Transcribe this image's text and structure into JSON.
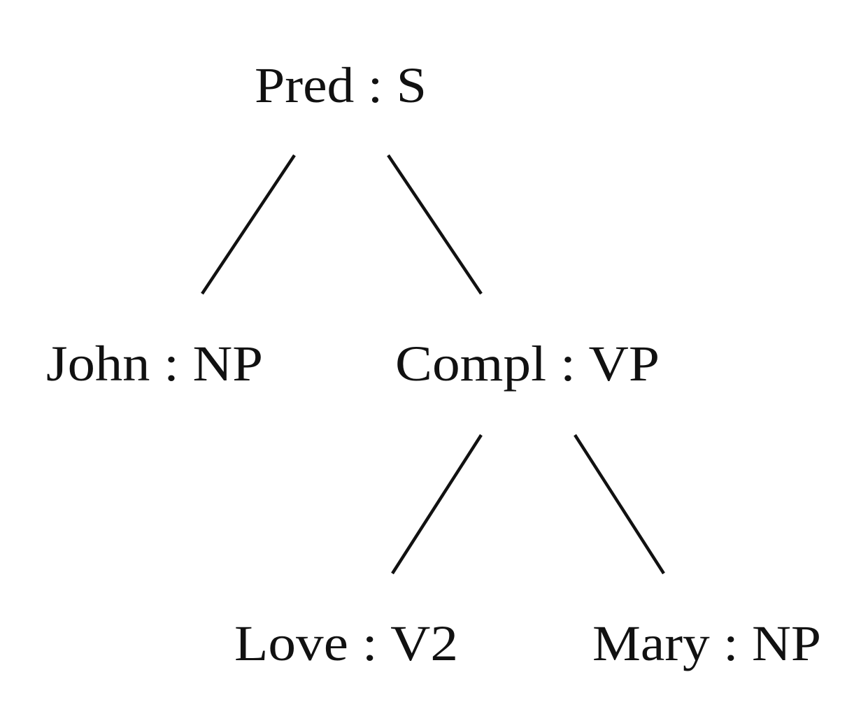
{
  "tree": {
    "nodes": [
      {
        "id": "pred",
        "label": "Pred : S"
      },
      {
        "id": "john",
        "label": "John : NP"
      },
      {
        "id": "compl",
        "label": "Compl : VP"
      },
      {
        "id": "love",
        "label": "Love : V2"
      },
      {
        "id": "mary",
        "label": "Mary : NP"
      }
    ],
    "edges": [
      {
        "from": "pred",
        "to": "john"
      },
      {
        "from": "pred",
        "to": "compl"
      },
      {
        "from": "compl",
        "to": "love"
      },
      {
        "from": "compl",
        "to": "mary"
      }
    ]
  },
  "colors": {
    "ink": "#111111",
    "background": "#ffffff"
  }
}
